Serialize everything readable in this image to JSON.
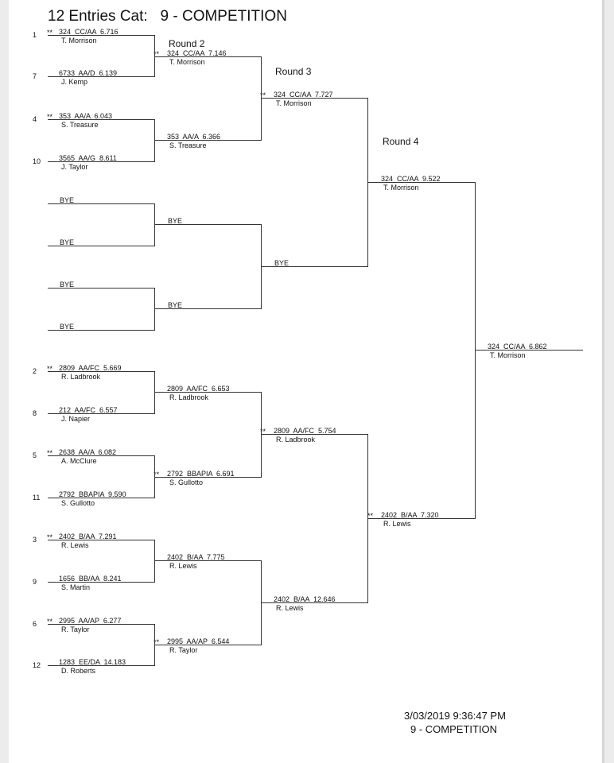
{
  "title": {
    "entries": "12 Entries",
    "cat_label": "Cat:",
    "category": "9 - COMPETITION"
  },
  "round_labels": [
    "Round 2",
    "Round 3",
    "Round 4"
  ],
  "round1": [
    {
      "seed": "1",
      "marker": "**",
      "stats": "324  CC/AA  6.716",
      "name": "T. Morrison"
    },
    {
      "seed": "7",
      "marker": "",
      "stats": "6733  AA/D  6.139",
      "name": "J. Kemp"
    },
    {
      "seed": "4",
      "marker": "**",
      "stats": "353  AA/A  6.043",
      "name": "S. Treasure"
    },
    {
      "seed": "10",
      "marker": "",
      "stats": "3565  AA/G  8.611",
      "name": "J. Taylor"
    },
    {
      "seed": "",
      "marker": "",
      "stats": "BYE",
      "name": ""
    },
    {
      "seed": "",
      "marker": "",
      "stats": "BYE",
      "name": ""
    },
    {
      "seed": "",
      "marker": "",
      "stats": "BYE",
      "name": ""
    },
    {
      "seed": "",
      "marker": "",
      "stats": "BYE",
      "name": ""
    },
    {
      "seed": "2",
      "marker": "**",
      "stats": "2809  AA/FC  5.669",
      "name": "R. Ladbrook"
    },
    {
      "seed": "8",
      "marker": "",
      "stats": "212  AA/FC  6.557",
      "name": "J. Napier"
    },
    {
      "seed": "5",
      "marker": "**",
      "stats": "2638  AA/A  6.082",
      "name": "A. McClure"
    },
    {
      "seed": "11",
      "marker": "",
      "stats": "2792  BBAPIA  9.590",
      "name": "S. Gullotto"
    },
    {
      "seed": "3",
      "marker": "**",
      "stats": "2402  B/AA  7.291",
      "name": "R. Lewis"
    },
    {
      "seed": "9",
      "marker": "",
      "stats": "1656  BB/AA  8.241",
      "name": "S. Martin"
    },
    {
      "seed": "6",
      "marker": "**",
      "stats": "2995  AA/AP  6.277",
      "name": "R. Taylor"
    },
    {
      "seed": "12",
      "marker": "",
      "stats": "1283  EE/DA  14.183",
      "name": "D. Roberts"
    }
  ],
  "round2": [
    {
      "marker": "**",
      "stats": "324  CC/AA  7.146",
      "name": "T. Morrison"
    },
    {
      "marker": "",
      "stats": "353  AA/A  6.366",
      "name": "S. Treasure"
    },
    {
      "marker": "",
      "stats": "BYE",
      "name": ""
    },
    {
      "marker": "",
      "stats": "BYE",
      "name": ""
    },
    {
      "marker": "",
      "stats": "2809  AA/FC  6.653",
      "name": "R. Ladbrook"
    },
    {
      "marker": "**",
      "stats": "2792  BBAPIA  6.691",
      "name": "S. Gullotto"
    },
    {
      "marker": "",
      "stats": "2402  B/AA  7.775",
      "name": "R. Lewis"
    },
    {
      "marker": "**",
      "stats": "2995  AA/AP  6.544",
      "name": "R. Taylor"
    }
  ],
  "round3": [
    {
      "marker": "**",
      "stats": "324  CC/AA  7.727",
      "name": "T. Morrison"
    },
    {
      "marker": "",
      "stats": "BYE",
      "name": ""
    },
    {
      "marker": "**",
      "stats": "2809  AA/FC  5.754",
      "name": "R. Ladbrook"
    },
    {
      "marker": "",
      "stats": "2402  B/AA  12.646",
      "name": "R. Lewis"
    }
  ],
  "round4": [
    {
      "marker": "",
      "stats": "324  CC/AA  9.522",
      "name": "T. Morrison"
    },
    {
      "marker": "**",
      "stats": "2402  B/AA  7.320",
      "name": "R. Lewis"
    }
  ],
  "final": {
    "marker": "",
    "stats": "324  CC/AA  6.862",
    "name": "T. Morrison"
  },
  "footer": {
    "datetime": "3/03/2019 9:36:47 PM",
    "category": "9 - COMPETITION"
  }
}
